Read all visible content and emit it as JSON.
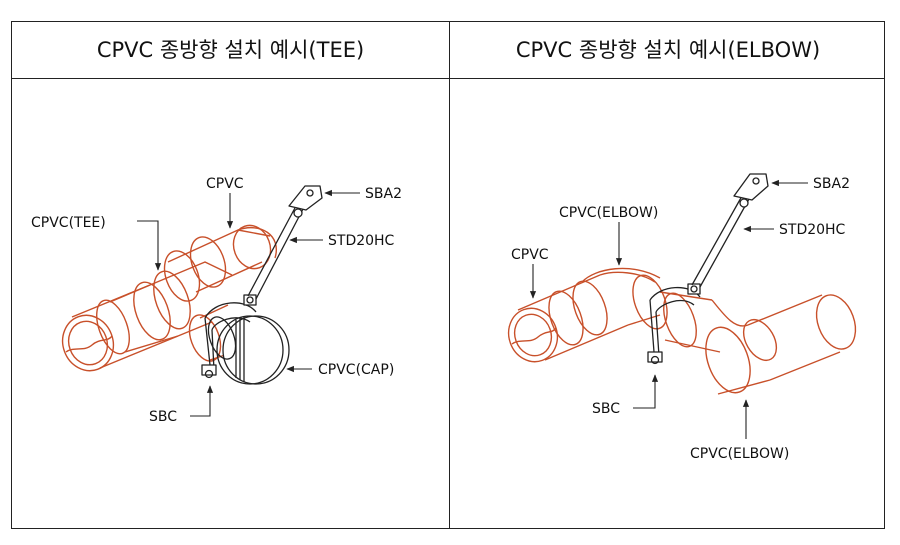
{
  "panels": {
    "left": {
      "title": "CPVC 종방향 설치 예시(TEE)",
      "labels": {
        "cpvc": "CPVC",
        "cpvc_tee": "CPVC(TEE)",
        "sba2": "SBA2",
        "std20hc": "STD20HC",
        "cpvc_cap": "CPVC(CAP)",
        "sbc": "SBC"
      }
    },
    "right": {
      "title": "CPVC 종방향 설치 예시(ELBOW)",
      "labels": {
        "cpvc": "CPVC",
        "cpvc_elbow_top": "CPVC(ELBOW)",
        "sba2": "SBA2",
        "std20hc": "STD20HC",
        "sbc": "SBC",
        "cpvc_elbow_bottom": "CPVC(ELBOW)"
      }
    }
  },
  "colors": {
    "pipe_outline": "#c8502a",
    "hardware_outline": "#222222",
    "leader_line": "#222222"
  }
}
